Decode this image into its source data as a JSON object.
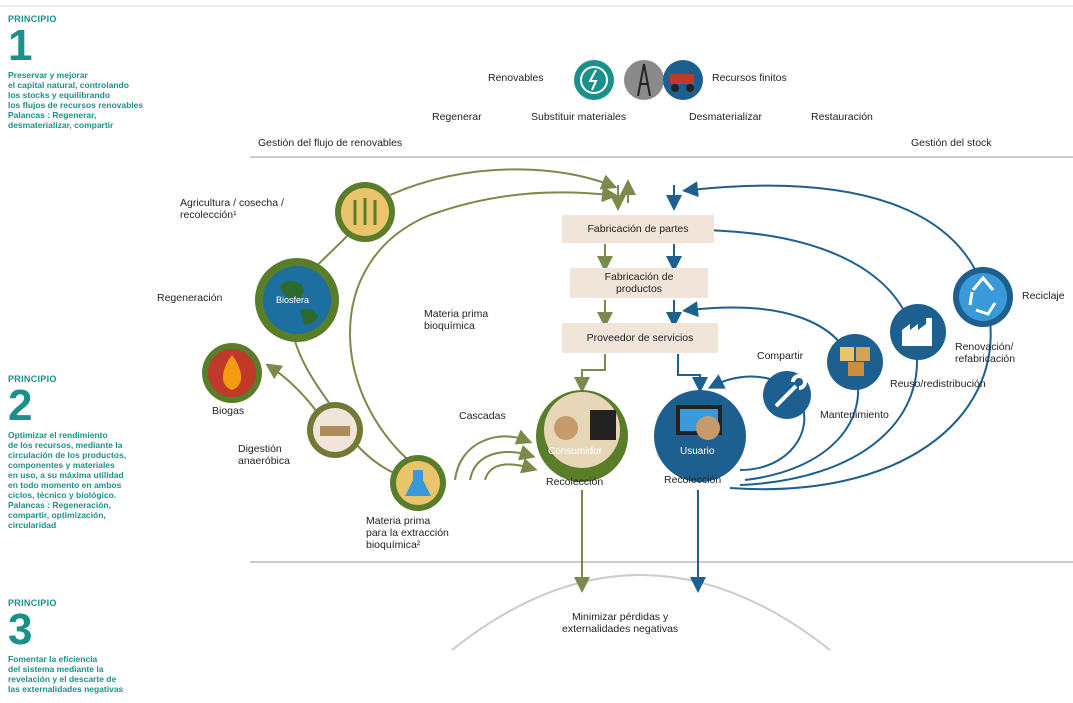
{
  "principles": [
    {
      "label": "PRINCIPIO",
      "number": "1",
      "description": "Preservar y mejorar\nel capital natural, controlando\nlos stocks y equilibrando\nlos flujos de recursos renovables\nPalancas : Regenerar,\ndesmaterializar, compartir"
    },
    {
      "label": "PRINCIPIO",
      "number": "2",
      "description": "Optimizar el rendimiento\nde los recursos, mediante la\ncirculación de los productos,\ncomponentes y materiales\nen uso, a su máxima utilidad\nen todo momento en ambos\nciclos, técnico y biológico.\nPalancas : Regeneración,\ncompartir, optimización,\ncircularidad"
    },
    {
      "label": "PRINCIPIO",
      "number": "3",
      "description": "Fomentar la eficiencia\ndel sistema mediante la\nrevelación y el descarte de\nlas externalidades negativas"
    }
  ],
  "top": {
    "renewables": "Renovables",
    "finite": "Recursos finitos",
    "actions": [
      "Regenerar",
      "Substituir materiales",
      "Desmaterializar",
      "Restauración"
    ],
    "flow_left": "Gestión del flujo de renovables",
    "flow_right": "Gestión del stock"
  },
  "center": {
    "boxes": [
      "Fabricación de partes",
      "Fabricación de\nproductos",
      "Proveedor de servicios"
    ],
    "consumer": "Consumidor",
    "user": "Usuario",
    "collect_left": "Recolección",
    "collect_right": "Recolección",
    "minimize": "Minimizar pérdidas y\nexternalidades negativas"
  },
  "biological": {
    "agri": "Agricultura / cosecha /\nrecolección¹",
    "regen": "Regeneración",
    "biosphere": "Biosfera",
    "biogas": "Biogas",
    "digestion": "Digestión\nanaeróbica",
    "raw_bio": "Materia prima\nbioquímica",
    "raw_extract": "Materia prima\npara la extracción\nbioquímica²",
    "cascades": "Cascadas"
  },
  "technical": {
    "share": "Compartir",
    "maint": "Mantenimiento",
    "reuse": "Reuso/redistribución",
    "renov": "Renovación/\nrefabricación",
    "recycle": "Reciclaje"
  },
  "colors": {
    "teal": "#1b8f8a",
    "green": "#5a7d2a",
    "olive": "#6f7a35",
    "blue": "#1d5f8f",
    "box": "#f1e4d8"
  }
}
